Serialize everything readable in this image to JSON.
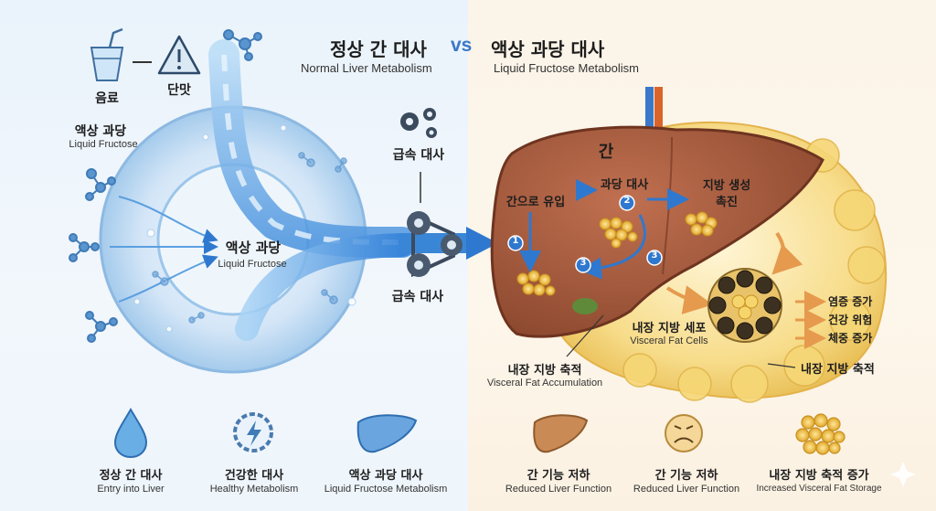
{
  "title": {
    "left_kr": "정상 간 대사",
    "vs": "vs",
    "right_kr": "액상 과당 대사",
    "left_en": "Normal Liver Metabolism",
    "right_en": "Liquid Fructose Metabolism"
  },
  "left_panel": {
    "drink_label": "음료",
    "sugar_label": "단맛",
    "liquid_fructose_kr": "액상 과당",
    "liquid_fructose_en": "Liquid Fructose",
    "center_kr": "액상 과당",
    "center_en": "Liquid Fructose",
    "rapid_metabolism_top": "급속 대사",
    "rapid_metabolism_bottom": "급속 대사"
  },
  "right_panel": {
    "liver_label": "간",
    "steps": [
      {
        "num": "1",
        "label": "간으로 유입"
      },
      {
        "num": "2",
        "label": "과당 대사"
      },
      {
        "num": "3",
        "label": ""
      },
      {
        "num": "3",
        "label": ""
      }
    ],
    "fat_synthesis": "지방 생성\n촉진",
    "fat_synthesis_l1": "지방 생성",
    "fat_synthesis_l2": "촉진",
    "visceral_cell_kr": "내장 지방 세포",
    "visceral_cell_en": "Visceral Fat Cells",
    "visceral_acc_kr": "내장 지방 축적",
    "visceral_acc_en": "Visceral Fat Accumulation",
    "visceral_acc_right": "내장 지방 축적",
    "effects": [
      "염증 증가",
      "건강 위험",
      "체중 증가"
    ]
  },
  "bottom": [
    {
      "kr": "정상 간 대사",
      "en": "Entry into Liver",
      "icon": "drop-icon"
    },
    {
      "kr": "건강한 대사",
      "en": "Healthy Metabolism",
      "icon": "gear-bolt-icon"
    },
    {
      "kr": "액상 과당 대사",
      "en": "Liquid Fructose Metabolism",
      "icon": "liver-blue-icon"
    },
    {
      "kr": "간 기능 저하",
      "en": "Reduced Liver Function",
      "icon": "liver-brown-icon"
    },
    {
      "kr": "간 기능 저하",
      "en": "Reduced Liver Function",
      "icon": "sad-face-icon"
    },
    {
      "kr": "내장 지방 축적 증가",
      "en": "Increased Visceral Fat Storage",
      "icon": "fat-cluster-icon"
    }
  ],
  "colors": {
    "blue": "#3a86d6",
    "liver": "#a65a3a",
    "fat": "#f0c24a",
    "orange_arrow": "#e59a4e"
  }
}
